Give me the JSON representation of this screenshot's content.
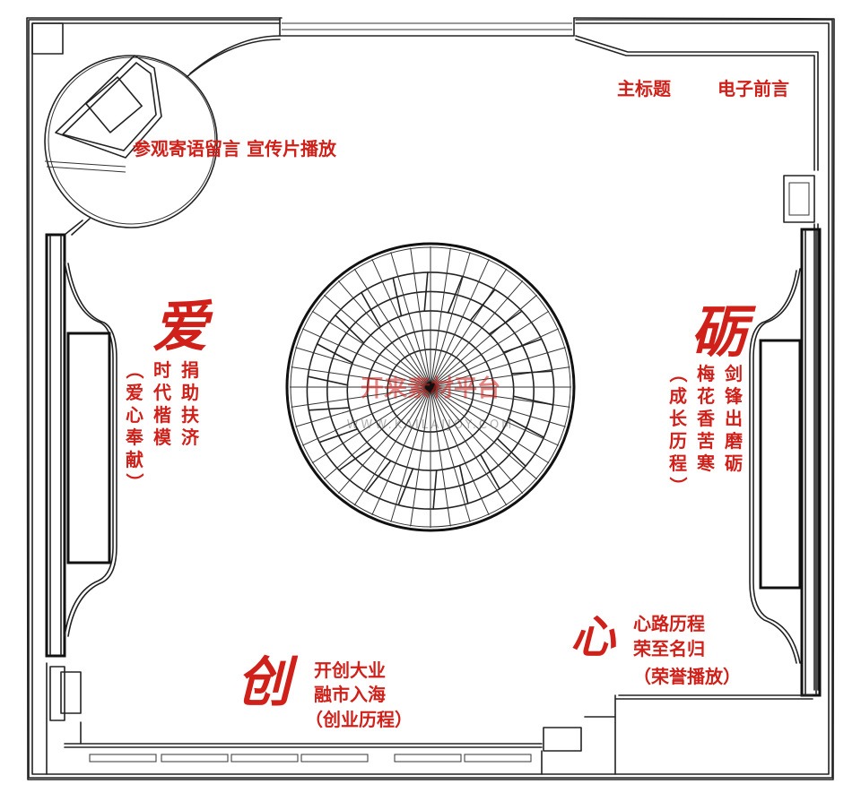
{
  "title_area": {
    "main_title": "主标题",
    "foreword": "电子前言"
  },
  "corner_booth": {
    "label": "参观寄语留言 宣传片播放"
  },
  "left_wall": {
    "big_char": "爱",
    "lines": [
      "捐助扶济",
      "时代楷模",
      "（爱心奉献）"
    ]
  },
  "right_wall": {
    "big_char": "砺",
    "lines": [
      "剑锋出磨砺",
      "梅花香苦寒",
      "（成长历程）"
    ]
  },
  "bottom_wall": {
    "big_char": "创",
    "lines": [
      "开创大业",
      "融市入海",
      "（创业历程）"
    ]
  },
  "honor_corner": {
    "big_char": "心",
    "lines": [
      "心路历程",
      "荣至名归",
      "（荣誉播放）"
    ]
  },
  "watermark": {
    "text": "开来素材平台",
    "url": "WWW.KAILAIJOY.COM"
  },
  "colors": {
    "accent": "#d0201a",
    "line": "#222222",
    "background": "#ffffff"
  }
}
